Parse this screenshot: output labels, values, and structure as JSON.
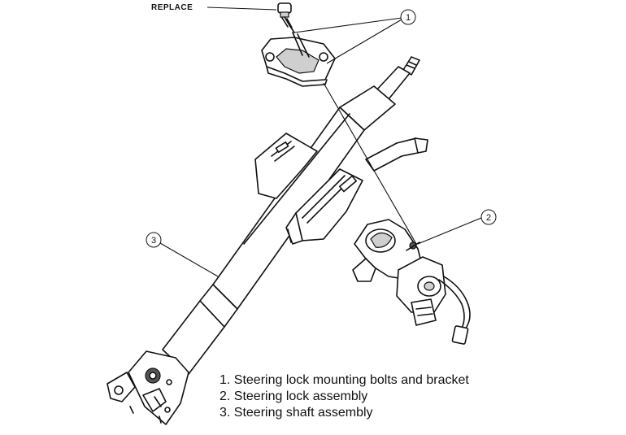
{
  "annotation": {
    "replace_label": "REPLACE"
  },
  "callouts": [
    "1",
    "2",
    "3"
  ],
  "legend": [
    "1. Steering lock mounting bolts and bracket",
    "2. Steering lock assembly",
    "3. Steering shaft assembly"
  ]
}
